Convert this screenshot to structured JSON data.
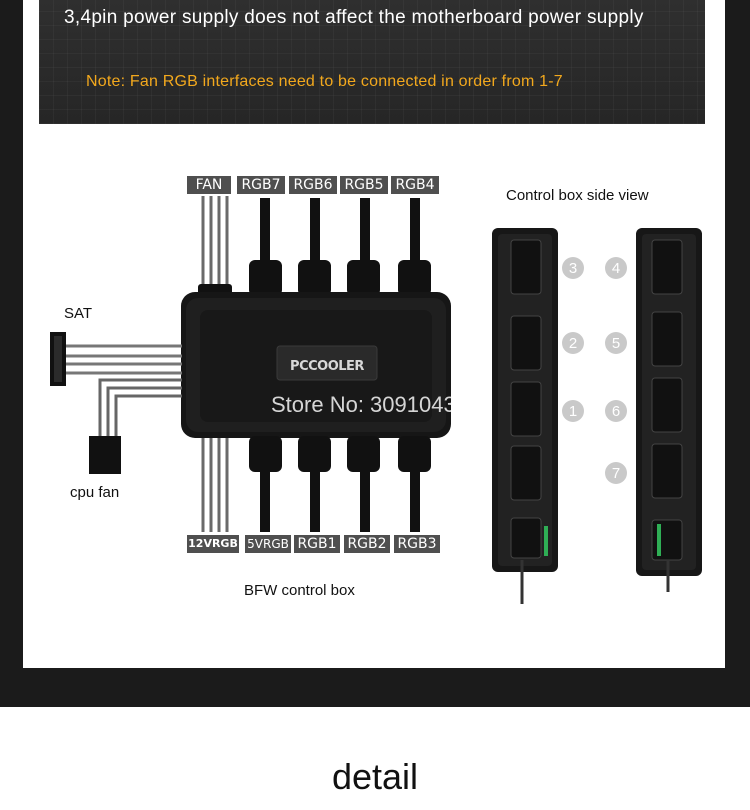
{
  "header": {
    "line1": "3,4pin power supply does not affect the motherboard power supply",
    "note": "Note: Fan RGB interfaces need to be connected in order from 1-7"
  },
  "top_tags": [
    "FAN",
    "RGB7",
    "RGB6",
    "RGB5",
    "RGB4"
  ],
  "bottom_tags": [
    "12VRGB",
    "5VRGB",
    "RGB1",
    "RGB2",
    "RGB3"
  ],
  "side_labels": {
    "sat": "SAT",
    "cpu_fan": "cpu fan",
    "box_label": "BFW control box"
  },
  "logo_text": "PCCOOLER",
  "watermark": "Store No: 3091043",
  "side_view": {
    "title": "Control box side view",
    "left_numbers": [
      "3",
      "2",
      "1"
    ],
    "right_numbers": [
      "4",
      "5",
      "6",
      "7"
    ]
  },
  "footer_title": "detail",
  "colors": {
    "accent_note": "#f2a81d",
    "frame": "#1b1b1b",
    "tag_bg": "#4f4f4f"
  }
}
